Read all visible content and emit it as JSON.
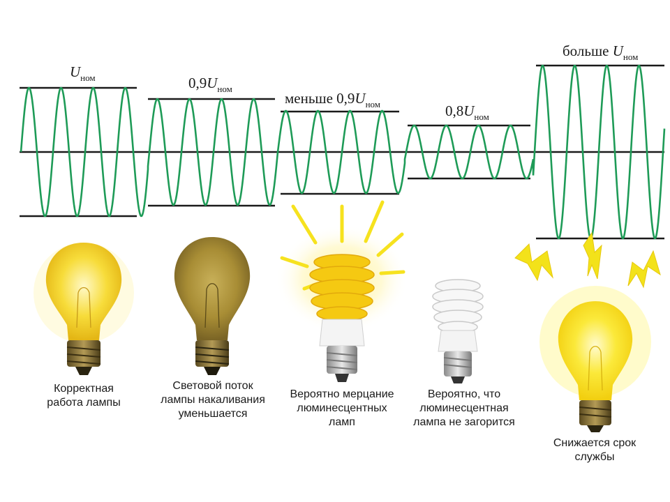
{
  "voltage_labels": {
    "nominal": {
      "prefix": "",
      "symbol": "U",
      "subscript": "ном"
    },
    "ninety": {
      "prefix": "0,9",
      "symbol": "U",
      "subscript": "ном"
    },
    "below_ninety": {
      "prefix": "меньше 0,9",
      "symbol": "U",
      "subscript": "ном"
    },
    "eighty": {
      "prefix": "0,8",
      "symbol": "U",
      "subscript": "ном"
    },
    "above": {
      "prefix": "больше ",
      "symbol": "U",
      "subscript": "ном"
    }
  },
  "captions": {
    "c1": [
      "Корректная",
      "работа лампы"
    ],
    "c2": [
      "Световой поток",
      "лампы накаливания",
      "уменьшается"
    ],
    "c3": [
      "Вероятно мерцание",
      "люминесцентных",
      "ламп"
    ],
    "c4": [
      "Вероятно, что",
      "люминесцентная",
      "лампа не загорится"
    ],
    "c5": [
      "Снижается срок",
      "службы"
    ]
  },
  "colors": {
    "wave": "#1e9b57",
    "lines": "#1a1a1a",
    "bulb_bright": "#f5d21c",
    "bulb_dim": "#b59a3a",
    "flash": "#f3e21a"
  },
  "icons": [
    "incandescent-bulb-icon",
    "dim-incandescent-bulb-icon",
    "cfl-bulb-glowing-icon",
    "cfl-bulb-off-icon",
    "overvoltage-bulb-icon",
    "lightning-icon"
  ]
}
